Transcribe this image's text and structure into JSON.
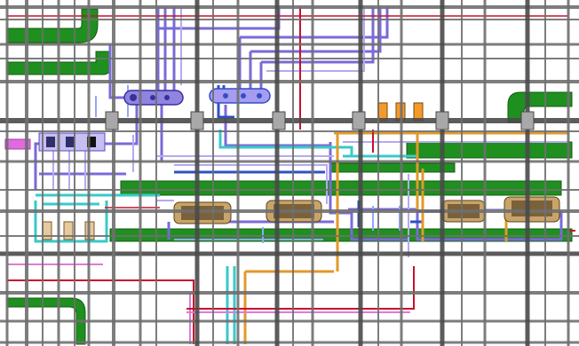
{
  "view": {
    "kind": "3d-mep-model-plan-view",
    "background": "#ffffff"
  },
  "colors": {
    "steel_frame": "#6f6f6f",
    "steel_frame_dark": "#4a4a4a",
    "steel_frame_light": "#a8a8a8",
    "green_duct": "#1f8f1f",
    "green_duct_dark": "#0f5f0f",
    "purple_pipe": "#7a6ad8",
    "purple_pipe_light": "#b7a9f0",
    "blue_pipe": "#2f4fc8",
    "blue_pipe_light": "#8fa8ff",
    "cyan_pipe": "#39c9c9",
    "orange_pipe": "#e19a2a",
    "red_pipe": "#c8102e",
    "pink_pipe": "#e07ad8",
    "magenta_stub": "#e06ae0",
    "tan_equipment": "#c9a46a",
    "orange_filter": "#f39a2b"
  },
  "equipment": {
    "pumps": [
      {
        "id": "pump-1"
      },
      {
        "id": "pump-2"
      },
      {
        "id": "pump-3"
      },
      {
        "id": "pump-4"
      }
    ],
    "filters": 3,
    "headers": [
      {
        "id": "header-1"
      },
      {
        "id": "header-2"
      }
    ],
    "valve_racks": 2
  },
  "icons": [
    "pump-icon",
    "filter-icon",
    "header-vessel-icon",
    "valve-icon",
    "duct-elbow-icon"
  ]
}
